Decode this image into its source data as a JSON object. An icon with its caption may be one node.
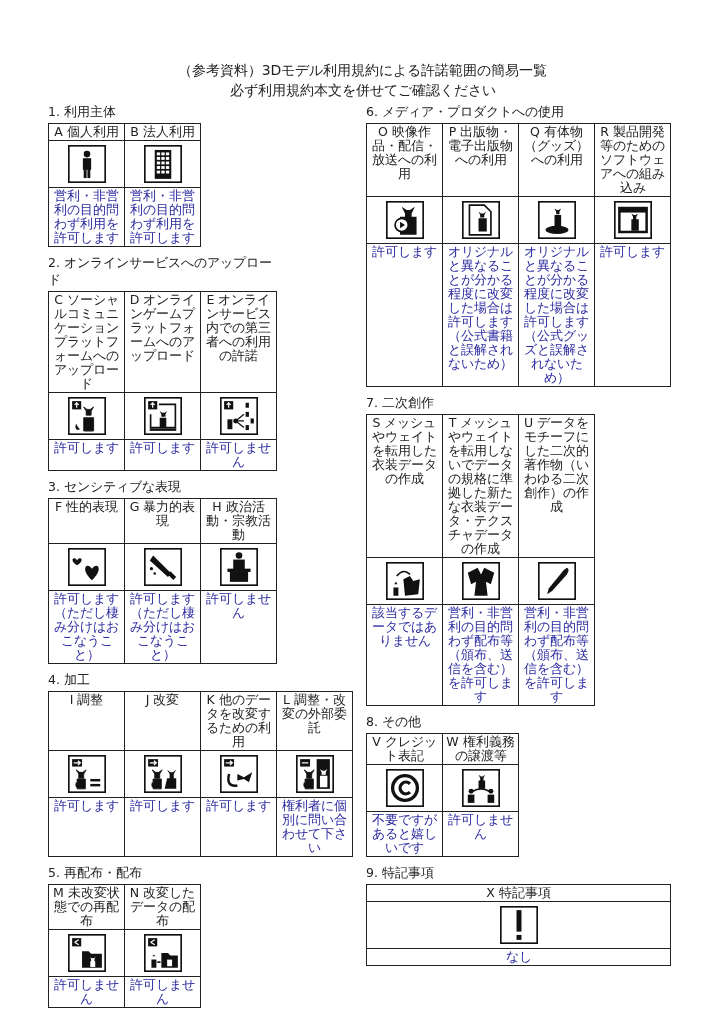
{
  "diagram": {
    "title": "（参考資料）3Dモデル利用規約による許諾範囲の簡易一覧",
    "labels": [
      "必ず利用規約本文を併せてご確認ください",
      "1. 利用主体",
      "A 個人利用",
      "B 法人利用",
      "営利・非営利の目的問わず利用を許可します",
      "営利・非営利の目的問わず利用を許可します",
      "2. オンラインサービスへのアップロード",
      "C ソーシャルコミュニケーションプラットフォームへのアップロード",
      "D オンラインゲームプラットフォームへのアップロード",
      "E オンラインサービス内での第三者への利用の許諾",
      "許可します",
      "許可します",
      "許可しません",
      "3. センシティブな表現",
      "F 性的表現",
      "G 暴力的表現",
      "H 政治活動・宗教活動",
      "許可します（ただし棲み分けはおこなうこと）",
      "許可します（ただし棲み分けはおこなうこと）",
      "許可しません",
      "4. 加工",
      "I 調整",
      "J 改変",
      "K 他のデータを改変するための利用",
      "L 調整・改変の外部委託",
      "許可します",
      "許可します",
      "許可します",
      "権利者に個別に問い合わせて下さい",
      "5. 再配布・配布",
      "M 未改変状態での再配布",
      "N 改変したデータの配布",
      "許可しません",
      "許可しません",
      "6. メディア・プロダクトへの使用",
      "O 映像作品・配信・放送への利用",
      "P 出版物・電子出版物への利用",
      "Q 有体物（グッズ）への利用",
      "R 製品開発等のためのソフトウェアへの組み込み",
      "許可します",
      "オリジナルと異なることが分かる程度に改変した場合は許可します（公式書籍と誤解されないため）",
      "オリジナルと異なることが分かる程度に改変した場合は許可します（公式グッズと誤解されないため）",
      "許可します",
      "7. 二次創作",
      "S メッシュやウェイトを転用した衣装データの作成",
      "T メッシュやウェイトを転用しないでデータの規格に準拠した新たな衣装データ・テクスチャデータの作成",
      "U データをモチーフにした二次的著作物（いわゆる二次創作）の作成",
      "該当するデータではありません",
      "営利・非営利の目的問わず配布等（頒布、送信を含む）を許可します",
      "営利・非営利の目的問わず配布等（頒布、送信を含む）を許可します",
      "8. その他",
      "V クレジット表記",
      "W 権利義務の譲渡等",
      "不要ですがあると嬉しいです",
      "許可しません",
      "9. 特記事項",
      "X 特記事項",
      "なし"
    ]
  }
}
